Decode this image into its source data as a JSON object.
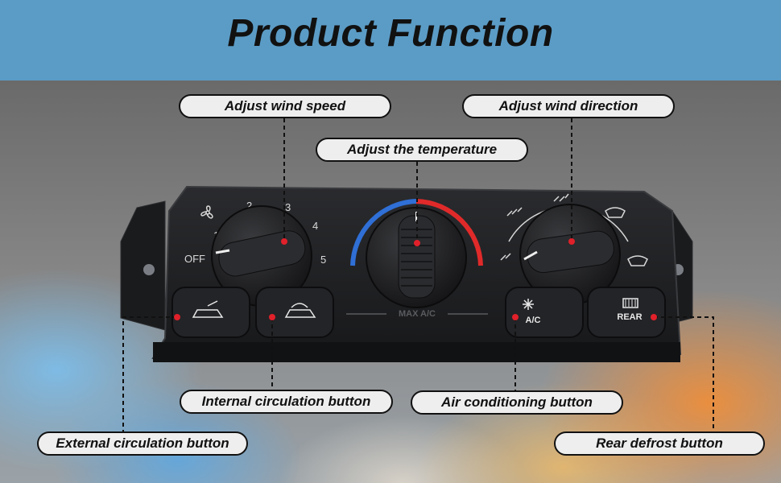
{
  "banner": {
    "title": "Product Function"
  },
  "callouts": {
    "wind_speed": "Adjust wind speed",
    "wind_direction": "Adjust wind direction",
    "temperature": "Adjust the temperature",
    "internal_circulation": "Internal circulation button",
    "air_conditioning": "Air conditioning button",
    "external_circulation": "External circulation button",
    "rear_defrost": "Rear defrost button"
  },
  "panel": {
    "fan_speeds": [
      "OFF",
      "1",
      "2",
      "3",
      "4",
      "5"
    ],
    "max_ac_label": "MAX A/C",
    "ac_button_label": "A/C",
    "rear_button_label": "REAR"
  },
  "colors": {
    "banner": "#5b9cc6",
    "marker_dot": "#e0202a",
    "temp_cold": "#2f6fd6",
    "temp_hot": "#e02a2a",
    "panel": "#1e1f21"
  },
  "icons": [
    "fan-icon",
    "recirculation-icon",
    "fresh-air-icon",
    "snowflake-icon",
    "rear-defrost-icon",
    "vent-icon",
    "defrost-icon"
  ]
}
